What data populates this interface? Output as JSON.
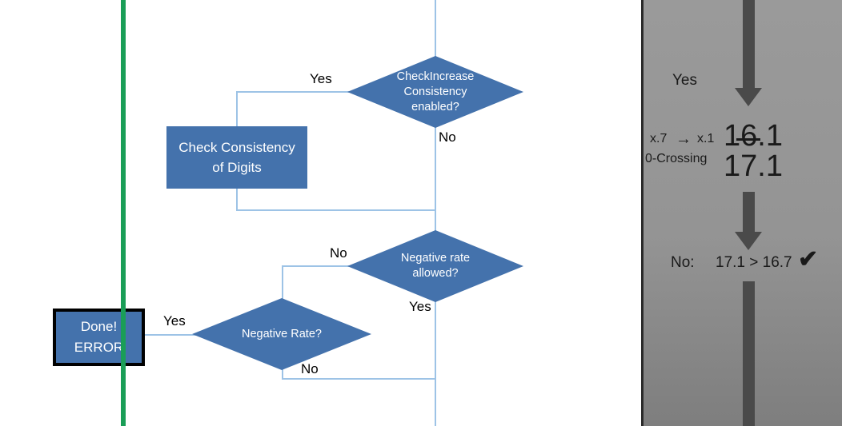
{
  "flowchart": {
    "decisions": [
      {
        "id": "check-increase-consistency",
        "label": "CheckIncrease\nConsistency\nenabled?"
      },
      {
        "id": "negative-rate-allowed",
        "label": "Negative rate\nallowed?"
      },
      {
        "id": "negative-rate",
        "label": "Negative Rate?"
      }
    ],
    "process": {
      "id": "check-consistency-of-digits",
      "label": "Check Consistency\nof Digits"
    },
    "terminal": {
      "id": "done-error",
      "label": "Done!\nERROR"
    },
    "edge_labels": {
      "check_increase_yes": "Yes",
      "check_increase_no": "No",
      "negative_rate_allowed_no": "No",
      "negative_rate_allowed_yes": "Yes",
      "negative_rate_yes": "Yes",
      "negative_rate_no": "No"
    },
    "colors": {
      "shape_fill": "#4472ac",
      "connector": "#9dc3e6",
      "highlight_line": "#1a9e57",
      "terminal_border": "#000000"
    }
  },
  "panel": {
    "yes_label": "Yes",
    "rule_label": "x.7",
    "rule_arrow": "→",
    "rule_target": "x.1",
    "zero_crossing_label": "0-Crossing",
    "value_before": "16.1",
    "value_after": "17.1",
    "comparison_prefix": "No:",
    "comparison": "17.1 > 16.7",
    "check_mark": "✔",
    "colors": {
      "background": "#949494",
      "arrow": "#4a4a4a",
      "border": "#2a2a2a"
    }
  }
}
